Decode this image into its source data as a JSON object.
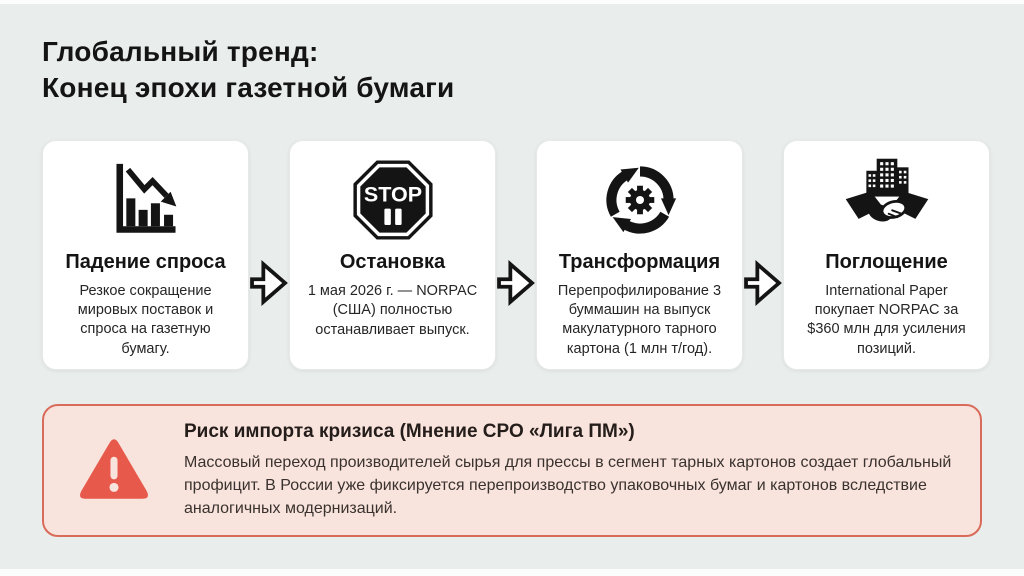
{
  "title": {
    "line1": "Глобальный тренд:",
    "line2": "Конец эпохи газетной бумаги"
  },
  "steps": [
    {
      "icon": "declining-chart-icon",
      "title": "Падение спроса",
      "text": "Резкое сокращение мировых поставок и спроса на газетную бумагу."
    },
    {
      "icon": "stop-sign-icon",
      "stop_label": "STOP",
      "title": "Остановка",
      "text": "1 мая 2026 г. — NORPAC (США) полностью останавливает выпуск."
    },
    {
      "icon": "recycle-gear-icon",
      "title": "Трансформация",
      "text": "Перепрофилирование 3 буммашин на выпуск макулатурного тарного картона (1 млн т/год)."
    },
    {
      "icon": "handshake-buildings-icon",
      "title": "Поглощение",
      "text": "International Paper покупает NORPAC за $360 млн для усиления позиций."
    }
  ],
  "warning": {
    "icon": "warning-triangle-icon",
    "title": "Риск импорта кризиса (Мнение СРО «Лига ПМ»)",
    "text": "Массовый переход производителей сырья для прессы в сегмент тарных картонов создает глобальный профицит. В России уже фиксируется перепроизводство упаковочных бумаг и картонов вследствие аналогичных модернизаций."
  },
  "colors": {
    "background": "#e9edec",
    "card_background": "#ffffff",
    "icon_black": "#141414",
    "warning_background": "#f8e3dd",
    "warning_border": "#d96b5a",
    "warning_accent": "#e7594a"
  }
}
